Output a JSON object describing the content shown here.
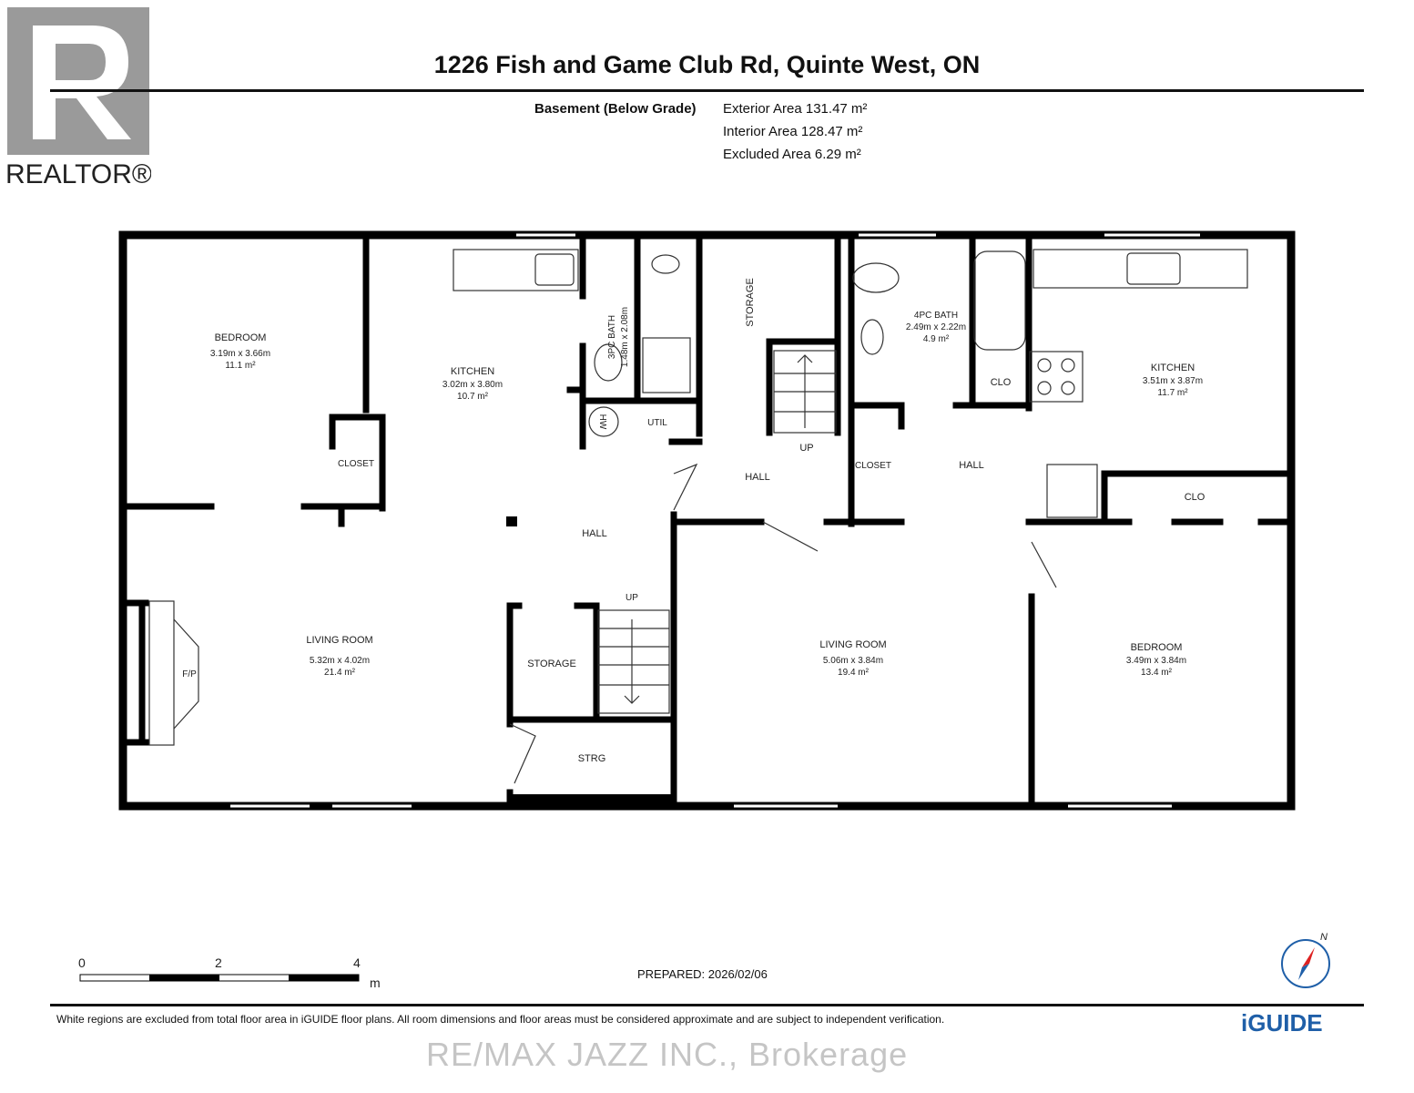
{
  "title": "1226 Fish and Game Club Rd, Quinte West, ON",
  "logo": {
    "text": "REALTOR®",
    "color": "#9a9a9a"
  },
  "floor": {
    "name": "Basement (Below Grade)",
    "exterior_area": "Exterior Area 131.47 m²",
    "interior_area": "Interior Area 128.47 m²",
    "excluded_area": "Excluded Area 6.29 m²"
  },
  "rooms": {
    "bedroom_w": {
      "label": "BEDROOM",
      "dims": "3.19m x 3.66m",
      "area": "11.1 m²"
    },
    "kitchen_w": {
      "label": "KITCHEN",
      "dims": "3.02m x 3.80m",
      "area": "10.7 m²"
    },
    "bath_3pc": {
      "label": "3PC BATH",
      "dims": "1.48m x 2.08m"
    },
    "util": {
      "label": "UTIL"
    },
    "hw": {
      "label": "HW"
    },
    "storage_n": {
      "label": "STORAGE"
    },
    "bath_4pc": {
      "label": "4PC BATH",
      "dims": "2.49m x 2.22m",
      "area": "4.9 m²"
    },
    "clo_n": {
      "label": "CLO"
    },
    "kitchen_e": {
      "label": "KITCHEN",
      "dims": "3.51m x 3.87m",
      "area": "11.7 m²"
    },
    "closet_w": {
      "label": "CLOSET"
    },
    "hall_w": {
      "label": "HALL"
    },
    "hall_c": {
      "label": "HALL"
    },
    "up_c": {
      "label": "UP"
    },
    "closet_c": {
      "label": "CLOSET"
    },
    "hall_e": {
      "label": "HALL"
    },
    "clo_e": {
      "label": "CLO"
    },
    "living_w": {
      "label": "LIVING ROOM",
      "dims": "5.32m x 4.02m",
      "area": "21.4 m²"
    },
    "fp": {
      "label": "F/P"
    },
    "storage_s": {
      "label": "STORAGE"
    },
    "up_s": {
      "label": "UP"
    },
    "strg": {
      "label": "STRG"
    },
    "living_e": {
      "label": "LIVING ROOM",
      "dims": "5.06m x 3.84m",
      "area": "19.4 m²"
    },
    "bedroom_e": {
      "label": "BEDROOM",
      "dims": "3.49m x 3.84m",
      "area": "13.4 m²"
    }
  },
  "scale_bar": {
    "ticks": [
      "0",
      "2",
      "4"
    ],
    "unit": "m"
  },
  "compass": {
    "label": "N"
  },
  "prepared": "PREPARED: 2026/02/06",
  "disclaimer": "White regions are excluded from total floor area in iGUIDE floor plans. All room dimensions and floor areas must be considered approximate and are subject to independent verification.",
  "brand": {
    "text": "iGUIDE",
    "color": "#1f5fa8"
  },
  "watermark": "RE/MAX JAZZ INC., Brokerage"
}
